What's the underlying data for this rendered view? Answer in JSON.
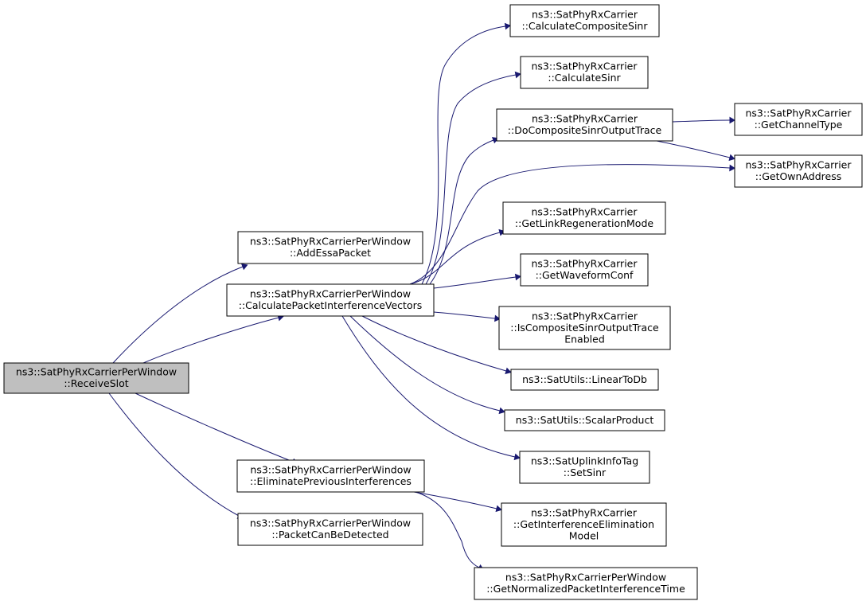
{
  "nodes": [
    {
      "id": "n0",
      "lines": [
        "ns3::SatPhyRxCarrierPerWindow",
        "::ReceiveSlot"
      ],
      "root": true
    },
    {
      "id": "n1",
      "lines": [
        "ns3::SatPhyRxCarrierPerWindow",
        "::AddEssaPacket"
      ]
    },
    {
      "id": "n2",
      "lines": [
        "ns3::SatPhyRxCarrierPerWindow",
        "::CalculatePacketInterferenceVectors"
      ]
    },
    {
      "id": "n3",
      "lines": [
        "ns3::SatPhyRxCarrierPerWindow",
        "::EliminatePreviousInterferences"
      ]
    },
    {
      "id": "n4",
      "lines": [
        "ns3::SatPhyRxCarrierPerWindow",
        "::PacketCanBeDetected"
      ]
    },
    {
      "id": "n5",
      "lines": [
        "ns3::SatPhyRxCarrier",
        "::CalculateCompositeSinr"
      ]
    },
    {
      "id": "n6",
      "lines": [
        "ns3::SatPhyRxCarrier",
        "::CalculateSinr"
      ]
    },
    {
      "id": "n7",
      "lines": [
        "ns3::SatPhyRxCarrier",
        "::DoCompositeSinrOutputTrace"
      ]
    },
    {
      "id": "n8",
      "lines": [
        "ns3::SatPhyRxCarrier",
        "::GetOwnAddress"
      ]
    },
    {
      "id": "n9",
      "lines": [
        "ns3::SatPhyRxCarrier",
        "::GetLinkRegenerationMode"
      ]
    },
    {
      "id": "n10",
      "lines": [
        "ns3::SatPhyRxCarrier",
        "::GetWaveformConf"
      ]
    },
    {
      "id": "n11",
      "lines": [
        "ns3::SatPhyRxCarrier",
        "::IsCompositeSinrOutputTrace",
        "Enabled"
      ]
    },
    {
      "id": "n12",
      "lines": [
        "ns3::SatUtils::LinearToDb"
      ]
    },
    {
      "id": "n13",
      "lines": [
        "ns3::SatUtils::ScalarProduct"
      ]
    },
    {
      "id": "n14",
      "lines": [
        "ns3::SatUplinkInfoTag",
        "::SetSinr"
      ]
    },
    {
      "id": "n15",
      "lines": [
        "ns3::SatPhyRxCarrier",
        "::GetChannelType"
      ]
    },
    {
      "id": "n16",
      "lines": [
        "ns3::SatPhyRxCarrier",
        "::GetInterferenceElimination",
        "Model"
      ]
    },
    {
      "id": "n17",
      "lines": [
        "ns3::SatPhyRxCarrierPerWindow",
        "::GetNormalizedPacketInterferenceTime"
      ]
    }
  ],
  "edges": [
    {
      "from": "n0",
      "to": "n1"
    },
    {
      "from": "n0",
      "to": "n2"
    },
    {
      "from": "n0",
      "to": "n3"
    },
    {
      "from": "n0",
      "to": "n4"
    },
    {
      "from": "n2",
      "to": "n5"
    },
    {
      "from": "n2",
      "to": "n6"
    },
    {
      "from": "n2",
      "to": "n7"
    },
    {
      "from": "n2",
      "to": "n8"
    },
    {
      "from": "n2",
      "to": "n9"
    },
    {
      "from": "n2",
      "to": "n10"
    },
    {
      "from": "n2",
      "to": "n11"
    },
    {
      "from": "n2",
      "to": "n12"
    },
    {
      "from": "n2",
      "to": "n13"
    },
    {
      "from": "n2",
      "to": "n14"
    },
    {
      "from": "n7",
      "to": "n15"
    },
    {
      "from": "n7",
      "to": "n8"
    },
    {
      "from": "n3",
      "to": "n16"
    },
    {
      "from": "n3",
      "to": "n17"
    }
  ]
}
